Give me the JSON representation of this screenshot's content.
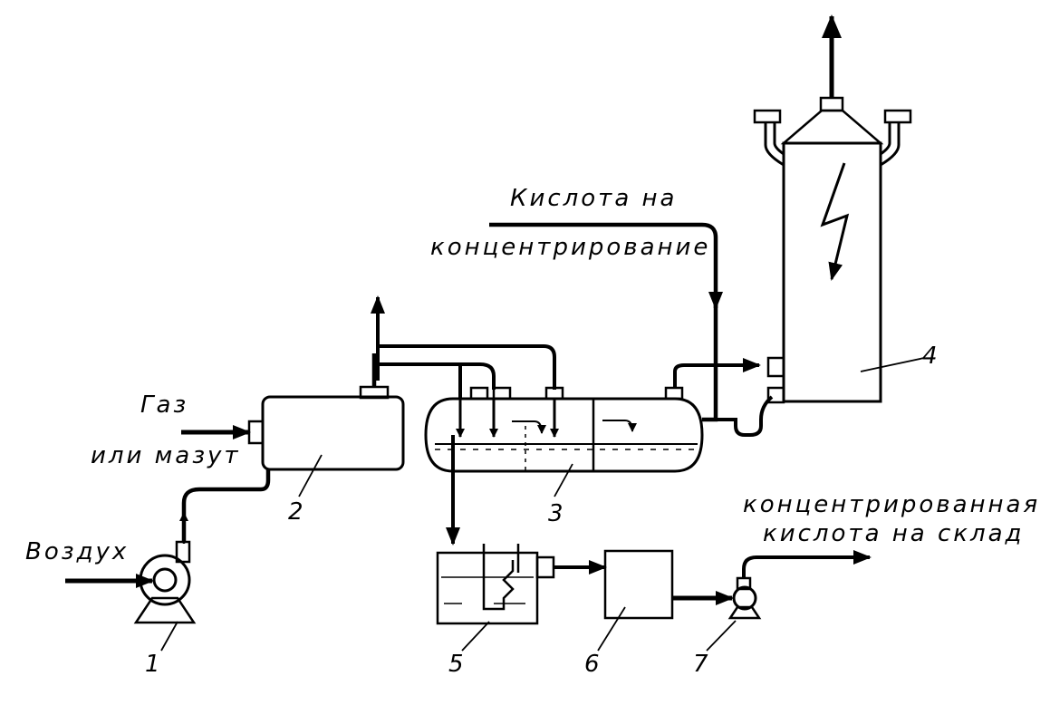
{
  "labels": {
    "acid_in_line1": "Кислота на",
    "acid_in_line2": "концентрирование",
    "gas_line1": "Газ",
    "gas_line2": "или мазут",
    "air": "Воздух",
    "product_line1": "концентрированная",
    "product_line2": "кислота на склад"
  },
  "numbers": {
    "n1": "1",
    "n2": "2",
    "n3": "3",
    "n4": "4",
    "n5": "5",
    "n6": "6",
    "n7": "7"
  },
  "colors": {
    "stroke": "#000000",
    "background": "#ffffff"
  }
}
